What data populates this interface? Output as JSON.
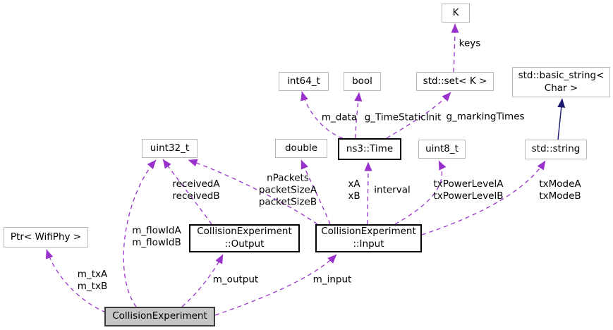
{
  "nodes": {
    "k": {
      "label": "K"
    },
    "int64_t": {
      "label": "int64_t"
    },
    "bool": {
      "label": "bool"
    },
    "std_set": {
      "label": "std::set< K >"
    },
    "basic_string": {
      "label": "std::basic_string<\nChar >"
    },
    "uint32_t": {
      "label": "uint32_t"
    },
    "double": {
      "label": "double"
    },
    "ns3_time": {
      "label": "ns3::Time"
    },
    "uint8_t": {
      "label": "uint8_t"
    },
    "std_string": {
      "label": "std::string"
    },
    "ptr_wifiphy": {
      "label": "Ptr< WifiPhy >"
    },
    "output": {
      "label": "CollisionExperiment\n::Output"
    },
    "input": {
      "label": "CollisionExperiment\n::Input"
    },
    "collision_experiment": {
      "label": "CollisionExperiment"
    }
  },
  "edge_labels": {
    "keys": "keys",
    "m_data": "m_data",
    "g_time_static": "g_TimeStaticInit",
    "g_marking_times": "g_markingTimes",
    "received": "receivedA\nreceivedB",
    "npackets": "nPackets\npacketSizeA\npacketSizeB",
    "x_ab": "xA\nxB",
    "interval": "interval",
    "tx_power": "txPowerLevelA\ntxPowerLevelB",
    "tx_mode": "txModeA\ntxModeB",
    "m_flow_id": "m_flowIdA\nm_flowIdB",
    "m_tx": "m_txA\nm_txB",
    "m_output": "m_output",
    "m_input": "m_input"
  },
  "colors": {
    "usage_edge": "#9932CC",
    "inheritance_edge": "#191970",
    "node_border_light": "#b9b9b9",
    "node_border_dark": "#000000",
    "current_node_fill": "#c5c5c5"
  }
}
